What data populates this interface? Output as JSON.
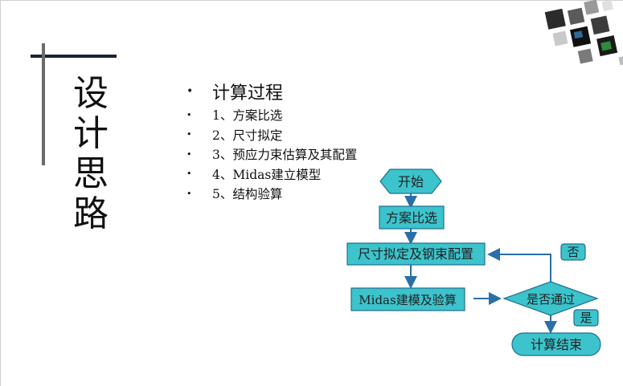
{
  "slide": {
    "vertical_title": [
      "设",
      "计",
      "思",
      "路"
    ],
    "heading": "计算过程",
    "steps": [
      "1、方案比选",
      "2、尺寸拟定",
      "3、预应力束估算及其配置",
      "4、Midas建立模型",
      "5、结构验算"
    ]
  },
  "flowchart": {
    "start": "开始",
    "scheme": "方案比选",
    "config": "尺寸拟定及钢束配置",
    "model": "Midas建模及验算",
    "decision": "是否通过",
    "end": "计算结束",
    "no_label": "否",
    "yes_label": "是"
  },
  "colors": {
    "node_fill": "#3cc3cc",
    "node_stroke": "#1f6f8f",
    "arrow": "#2a6fa8",
    "rule_dark": "#1b2233",
    "rule_gray": "#6b6b6b"
  }
}
